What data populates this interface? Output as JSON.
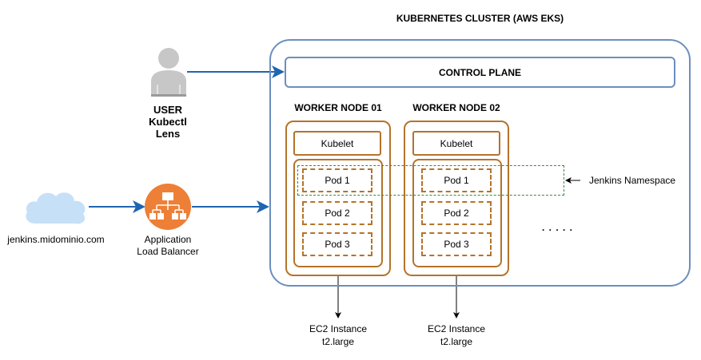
{
  "cluster": {
    "title": "KUBERNETES CLUSTER (AWS EKS)",
    "control_plane": "CONTROL PLANE",
    "nodes": [
      {
        "label": "WORKER NODE 01",
        "kubelet": "Kubelet",
        "pods": [
          "Pod 1",
          "Pod 2",
          "Pod 3"
        ],
        "instance": "EC2 Instance",
        "instance_type": "t2.large"
      },
      {
        "label": "WORKER NODE 02",
        "kubelet": "Kubelet",
        "pods": [
          "Pod 1",
          "Pod 2",
          "Pod 3"
        ],
        "instance": "EC2 Instance",
        "instance_type": "t2.large"
      }
    ],
    "ellipsis": ". . . . ."
  },
  "user": {
    "line1": "USER",
    "line2": "Kubectl",
    "line3": "Lens",
    "icon": "user-icon"
  },
  "internet": {
    "label": "jenkins.midominio.com",
    "icon": "cloud-icon"
  },
  "alb": {
    "line1": "Application",
    "line2": "Load Balancer",
    "icon": "load-balancer-icon"
  },
  "namespace": {
    "label": "Jenkins Namespace"
  },
  "colors": {
    "cluster_border": "#6c8ebf",
    "node_border": "#b5732a",
    "arrow_blue": "#1f65b0",
    "namespace_green": "#3a8a3a",
    "alb_orange": "#ee7f36",
    "cloud_blue": "#c5e0f7",
    "user_gray": "#c7c7c7"
  }
}
